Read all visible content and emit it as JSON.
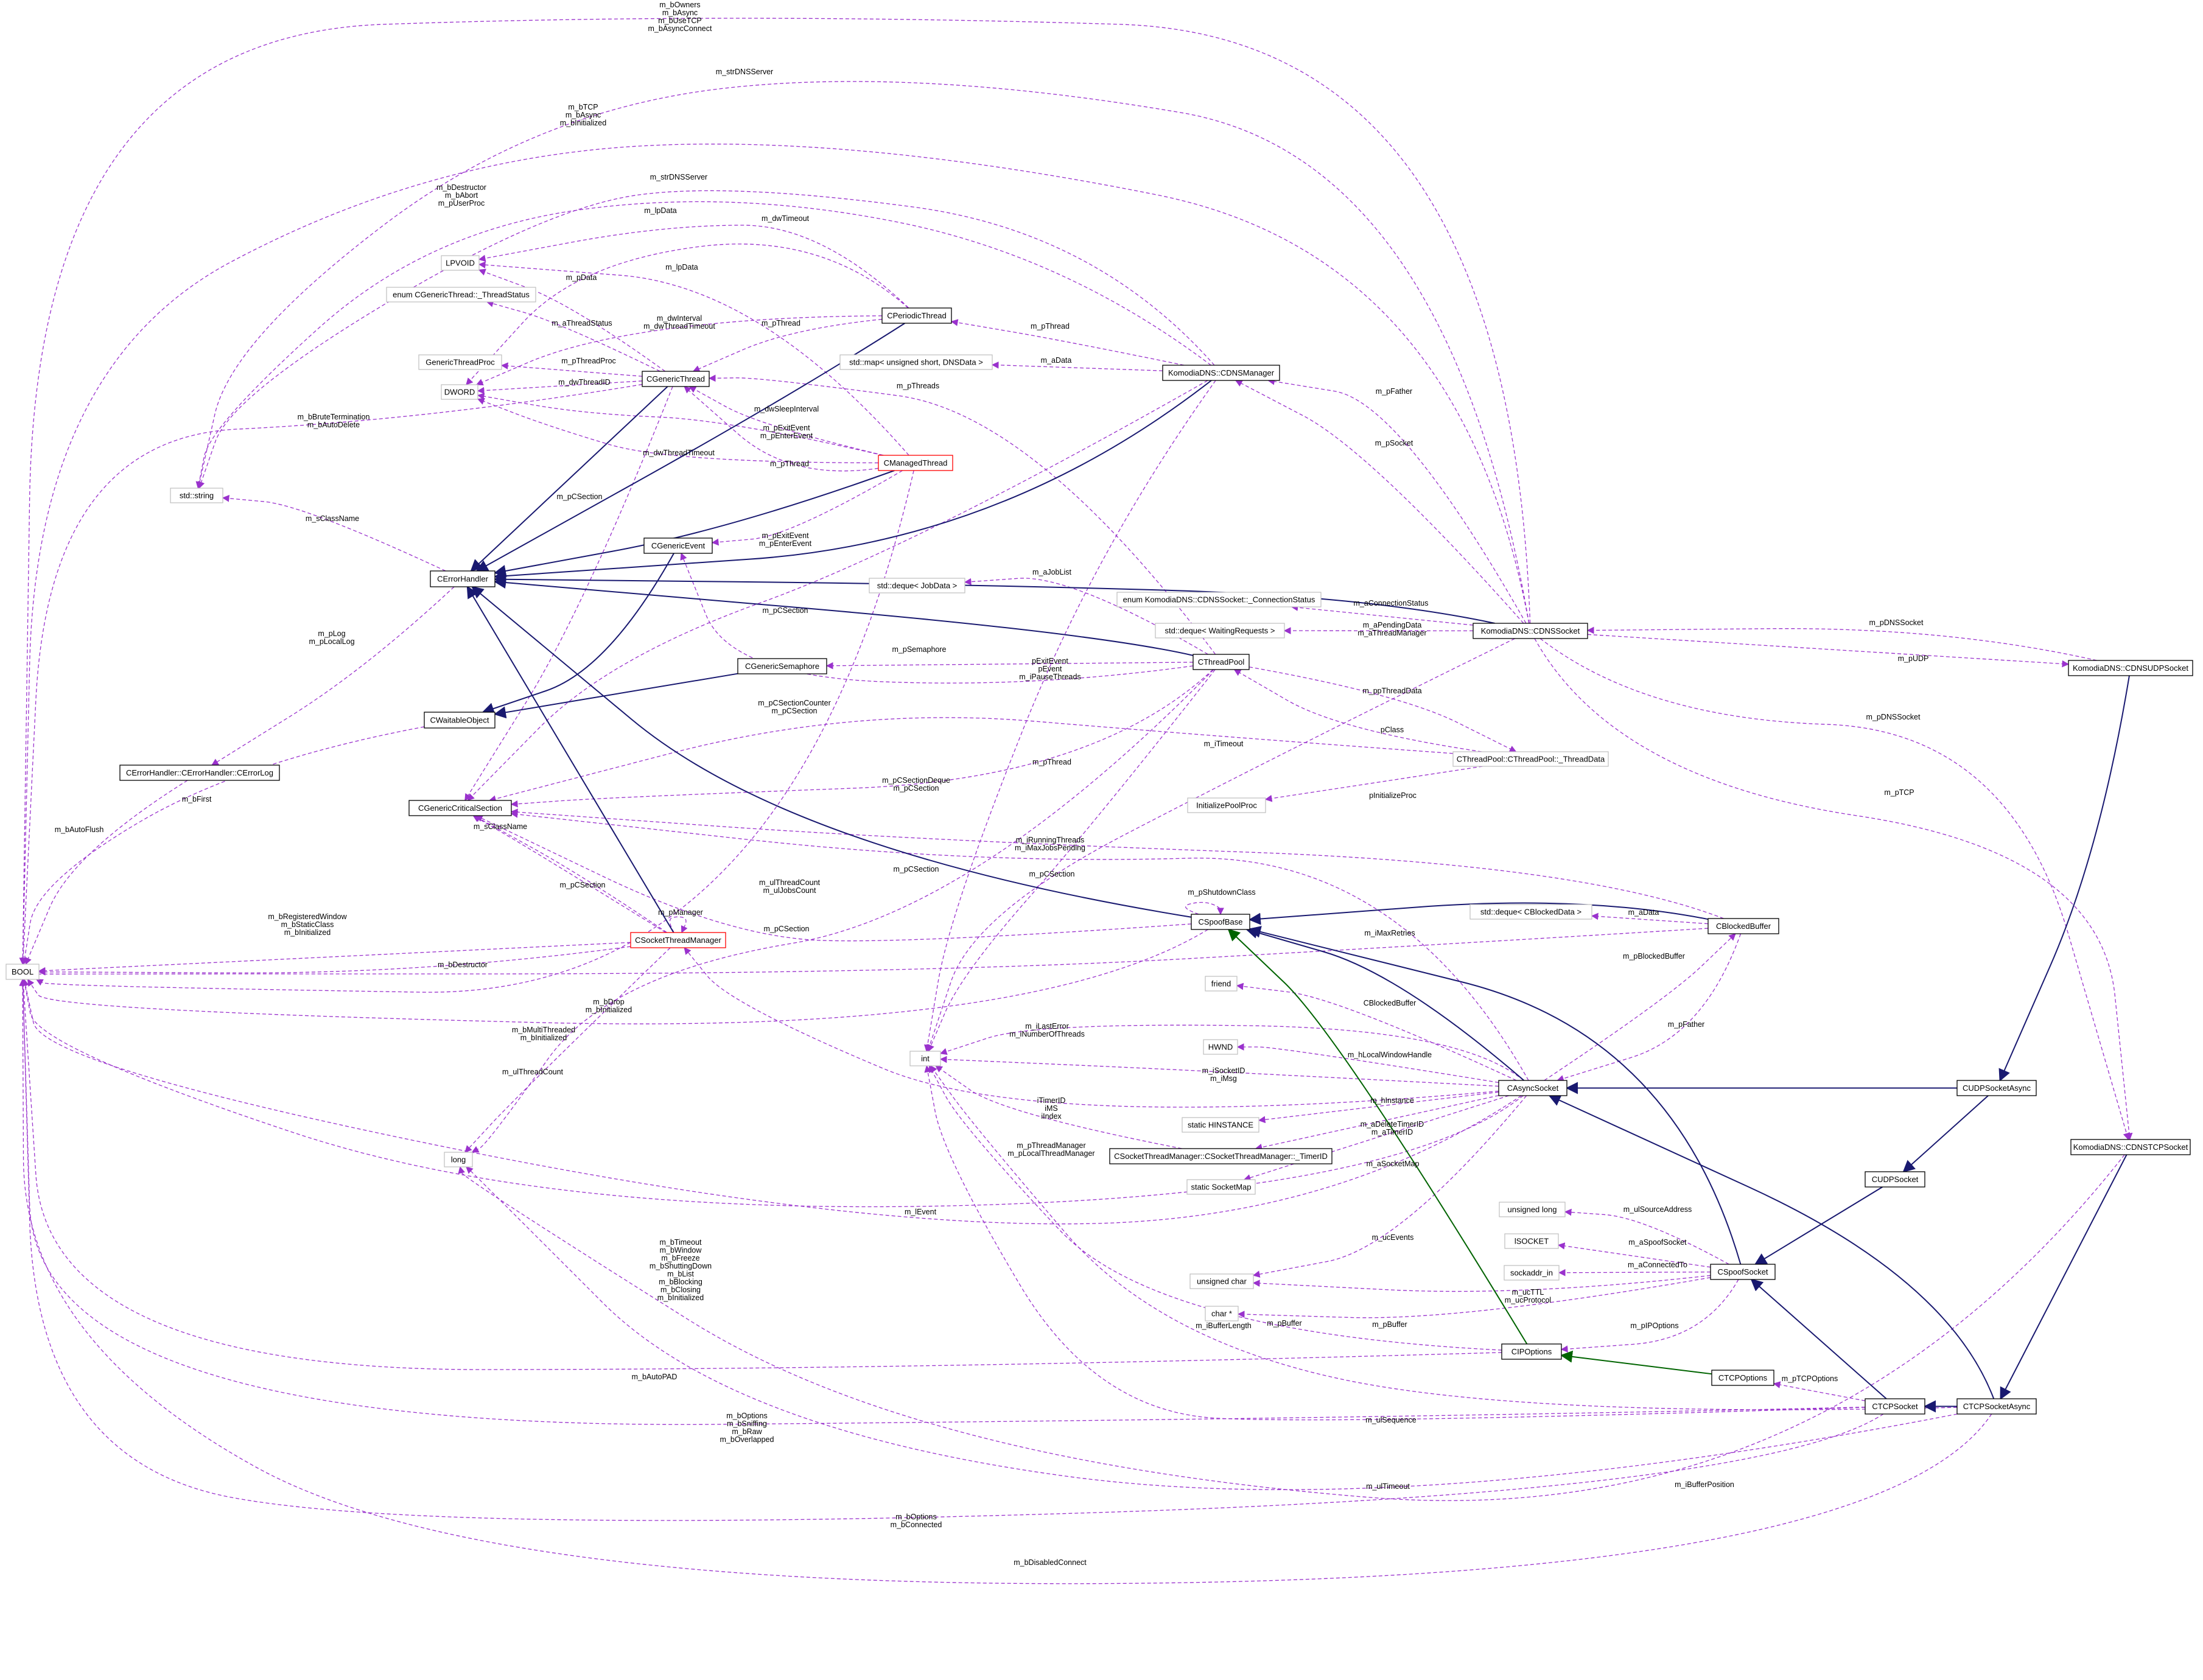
{
  "colors": {
    "usage_edge": "#9a32cd",
    "inherit_public": "#191970",
    "inherit_template": "#006400",
    "node_border_documented": "#000000",
    "node_border_undocumented": "#bfbfbf",
    "node_border_truncated": "#ff0000",
    "node_fill_focus": "#bfbfbf"
  },
  "nodes": [
    {
      "id": "cdnsmanager",
      "label": "KomodiaDNS::CDNSManager",
      "style": "focus"
    },
    {
      "id": "stdmap",
      "label": "std::map< unsigned short, DNSData >",
      "style": "undoc"
    },
    {
      "id": "cperiodicthread",
      "label": "CPeriodicThread",
      "style": "doc"
    },
    {
      "id": "cgenericthread",
      "label": "CGenericThread",
      "style": "doc"
    },
    {
      "id": "cmanagedthread",
      "label": "CManagedThread",
      "style": "trunc"
    },
    {
      "id": "lpvoid",
      "label": "LPVOID",
      "style": "undoc"
    },
    {
      "id": "enumthreadstatus",
      "label": "enum CGenericThread::_ThreadStatus",
      "style": "undoc"
    },
    {
      "id": "genericthreadproc",
      "label": "GenericThreadProc",
      "style": "undoc"
    },
    {
      "id": "dword",
      "label": "DWORD",
      "style": "undoc"
    },
    {
      "id": "stdstring",
      "label": "std::string",
      "style": "undoc"
    },
    {
      "id": "cerrorhandler",
      "label": "CErrorHandler",
      "style": "doc"
    },
    {
      "id": "cgenericevent",
      "label": "CGenericEvent",
      "style": "doc"
    },
    {
      "id": "stddequejob",
      "label": "std::deque< JobData >",
      "style": "undoc"
    },
    {
      "id": "cgenericsemaphore",
      "label": "CGenericSemaphore",
      "style": "doc"
    },
    {
      "id": "cwaitableobject",
      "label": "CWaitableObject",
      "style": "doc"
    },
    {
      "id": "cerrorlog",
      "label": "CErrorHandler::CErrorHandler::CErrorLog",
      "style": "doc"
    },
    {
      "id": "cgenericcriticalsection",
      "label": "CGenericCriticalSection",
      "style": "doc"
    },
    {
      "id": "bool",
      "label": "BOOL",
      "style": "undoc"
    },
    {
      "id": "csocketthreadmanager",
      "label": "CSocketThreadManager",
      "style": "trunc"
    },
    {
      "id": "long",
      "label": "long",
      "style": "undoc"
    },
    {
      "id": "enumconnstatus",
      "label": "enum KomodiaDNS::CDNSSocket::_ConnectionStatus",
      "style": "undoc"
    },
    {
      "id": "stddequewait",
      "label": "std::deque< WaitingRequests >",
      "style": "undoc"
    },
    {
      "id": "cthreadpool",
      "label": "CThreadPool",
      "style": "doc"
    },
    {
      "id": "cdnssocket",
      "label": "KomodiaDNS::CDNSSocket",
      "style": "doc"
    },
    {
      "id": "cthreaddata",
      "label": "CThreadPool::CThreadPool::_ThreadData",
      "style": "undoc"
    },
    {
      "id": "initpoolproc",
      "label": "InitializePoolProc",
      "style": "undoc"
    },
    {
      "id": "cdnsudpsocket",
      "label": "KomodiaDNS::CDNSUDPSocket",
      "style": "doc"
    },
    {
      "id": "stddequeblocked",
      "label": "std::deque< CBlockedData >",
      "style": "undoc"
    },
    {
      "id": "cspoofbase",
      "label": "CSpoofBase",
      "style": "doc"
    },
    {
      "id": "cblockedbuffer",
      "label": "CBlockedBuffer",
      "style": "doc"
    },
    {
      "id": "friend",
      "label": "friend",
      "style": "undoc"
    },
    {
      "id": "hwnd",
      "label": "HWND",
      "style": "undoc"
    },
    {
      "id": "int",
      "label": "int",
      "style": "undoc"
    },
    {
      "id": "chinstance",
      "label": "static HINSTANCE",
      "style": "undoc"
    },
    {
      "id": "casyncsocket",
      "label": "CAsyncSocket",
      "style": "doc"
    },
    {
      "id": "cudpsocketasync",
      "label": "CUDPSocketAsync",
      "style": "doc"
    },
    {
      "id": "ctimerid",
      "label": "CSocketThreadManager::CSocketThreadManager::_TimerID",
      "style": "doc"
    },
    {
      "id": "csocketmap",
      "label": "static SocketMap",
      "style": "undoc"
    },
    {
      "id": "cdnstcpsocket",
      "label": "KomodiaDNS::CDNSTCPSocket",
      "style": "doc"
    },
    {
      "id": "cudpsocket",
      "label": "CUDPSocket",
      "style": "doc"
    },
    {
      "id": "ulong",
      "label": "unsigned long",
      "style": "undoc"
    },
    {
      "id": "lsocket",
      "label": "lSOCKET",
      "style": "undoc"
    },
    {
      "id": "sockaddr",
      "label": "sockaddr_in",
      "style": "undoc"
    },
    {
      "id": "cspoofsocket",
      "label": "CSpoofSocket",
      "style": "doc"
    },
    {
      "id": "uchar",
      "label": "unsigned char",
      "style": "undoc"
    },
    {
      "id": "charptr",
      "label": "char *",
      "style": "undoc"
    },
    {
      "id": "cipoptions",
      "label": "CIPOptions",
      "style": "doc"
    },
    {
      "id": "ctcpoptions",
      "label": "CTCPOptions",
      "style": "doc"
    },
    {
      "id": "ctcpsocket",
      "label": "CTCPSocket",
      "style": "doc"
    },
    {
      "id": "ctcpsocketasync",
      "label": "CTCPSocketAsync",
      "style": "doc"
    }
  ],
  "edge_labels": [
    [
      "m_bOwners",
      "m_bAsync",
      "m_bUseTCP",
      "m_bAsyncConnect"
    ],
    [
      "m_strDNSServer"
    ],
    [
      "m_bTCP",
      "m_bAsync",
      "m_bInitialized"
    ],
    [
      "m_bDestructor",
      "m_bAbort",
      "m_pUserProc"
    ],
    [
      "m_strDNSServer"
    ],
    [
      "m_lpData"
    ],
    [
      "m_dwTimeout"
    ],
    [
      "m_pData"
    ],
    [
      "m_lpData"
    ],
    [
      "m_dwInterval",
      "m_dwThreadTimeout"
    ],
    [
      "m_aThreadStatus"
    ],
    [
      "m_pThread"
    ],
    [
      "m_pThread"
    ],
    [
      "m_aData"
    ],
    [
      "m_pThreadProc"
    ],
    [
      "m_dwThreadID"
    ],
    [
      "m_pThreads"
    ],
    [
      "m_pFather"
    ],
    [
      "m_bBruteTermination",
      "m_bAutoDelete"
    ],
    [
      "m_dwSleepInterval"
    ],
    [
      "m_pExitEvent",
      "m_pEnterEvent"
    ],
    [
      "m_pSocket"
    ],
    [
      "m_dwThreadTimeout"
    ],
    [
      "m_pThread"
    ],
    [
      "m_pCSection"
    ],
    [
      "m_sClassName"
    ],
    [
      "m_pExitEvent",
      "m_pEnterEvent"
    ],
    [
      "m_aJobList"
    ],
    [
      "m_aConnectionStatus"
    ],
    [
      "m_pCSection"
    ],
    [
      "m_pLog",
      "m_pLocalLog"
    ],
    [
      "m_aPendingData",
      "m_aThreadManager"
    ],
    [
      "m_pDNSSocket"
    ],
    [
      "m_pSemaphore"
    ],
    [
      "m_pUDP"
    ],
    [
      "pExitEvent",
      "pEvent",
      "m_iPauseThreads"
    ],
    [
      "m_ppThreadData"
    ],
    [
      "m_pCSectionCounter",
      "m_pCSection"
    ],
    [
      "m_pDNSSocket"
    ],
    [
      "pClass"
    ],
    [
      "m_bFirst"
    ],
    [
      "m_iTimeout"
    ],
    [
      "m_pThread"
    ],
    [
      "m_pCSectionDeque",
      "m_pCSection"
    ],
    [
      "pInitializeProc"
    ],
    [
      "m_pTCP"
    ],
    [
      "m_sClassName"
    ],
    [
      "m_bAutoFlush"
    ],
    [
      "m_iRunningThreads",
      "m_iMaxJobsPending"
    ],
    [
      "m_pCSection"
    ],
    [
      "m_pCSection"
    ],
    [
      "m_pCSection"
    ],
    [
      "m_ulThreadCount",
      "m_ulJobsCount"
    ],
    [
      "m_pShutdownClass"
    ],
    [
      "m_pManager"
    ],
    [
      "m_bRegisteredWindow",
      "m_bStaticClass",
      "m_bInitialized"
    ],
    [
      "m_pCSection"
    ],
    [
      "m_aData"
    ],
    [
      "m_iMaxRetries"
    ],
    [
      "m_bDestructor"
    ],
    [
      "m_pBlockedBuffer"
    ],
    [
      "m_bDrop",
      "m_bInitialized"
    ],
    [
      "m_bMultiThreaded",
      "m_bInitialized"
    ],
    [
      "m_iLastError",
      "m_iNumberOfThreads"
    ],
    [
      "CBlockedBuffer"
    ],
    [
      "m_pFather"
    ],
    [
      "m_hLocalWindowHandle"
    ],
    [
      "m_ulThreadCount"
    ],
    [
      "m_iSocketID",
      "m_iMsg"
    ],
    [
      "m_hInstance"
    ],
    [
      "iTimerID",
      "iMS",
      "iIndex"
    ],
    [
      "m_aDeleteTimerID",
      "m_aTimerID"
    ],
    [
      "m_pThreadManager",
      "m_pLocalThreadManager"
    ],
    [
      "m_pBuffer"
    ],
    [
      "m_aSocketMap"
    ],
    [
      "m_lEvent"
    ],
    [
      "m_bTimeout",
      "m_bWindow",
      "m_bFreeze",
      "m_bShuttingDown",
      "m_bList",
      "m_bBlocking",
      "m_bClosing",
      "m_bInitialized"
    ],
    [
      "m_ucEvents"
    ],
    [
      "m_ulSourceAddress"
    ],
    [
      "m_aSpoofSocket"
    ],
    [
      "m_aConnectedTo"
    ],
    [
      "m_ucTTL",
      "m_ucProtocol"
    ],
    [
      "m_pBuffer"
    ],
    [
      "m_iBufferLength"
    ],
    [
      "m_pIPOptions"
    ],
    [
      "m_bAutoPAD"
    ],
    [
      "m_pTCPOptions"
    ],
    [
      "m_bOptions",
      "m_bSniffing",
      "m_bRaw",
      "m_bOverlapped"
    ],
    [
      "m_ulSequence"
    ],
    [
      "m_ulTimeout"
    ],
    [
      "m_iBufferPosition"
    ],
    [
      "m_bOptions",
      "m_bConnected"
    ],
    [
      "m_bDisabledConnect"
    ]
  ]
}
